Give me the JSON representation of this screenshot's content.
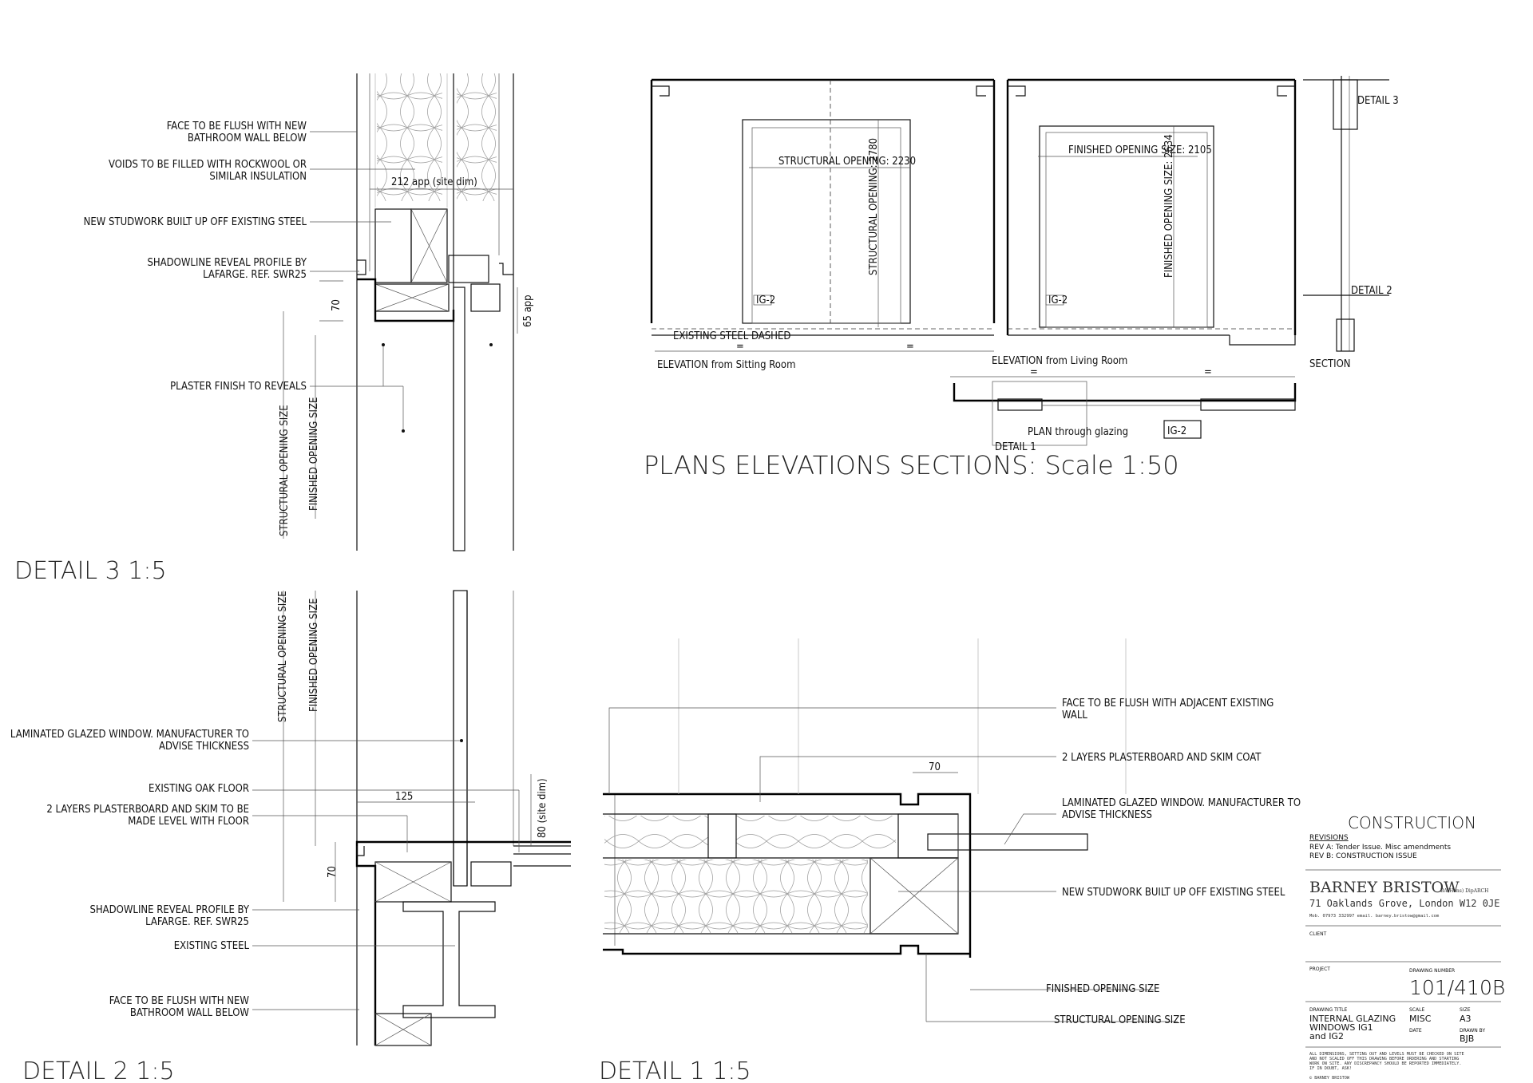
{
  "detail3": {
    "title": "DETAIL  3  1:5",
    "notes": [
      "FACE TO BE FLUSH WITH NEW",
      "BATHROOM WALL BELOW",
      "VOIDS TO BE FILLED WITH ROCKWOOL OR",
      "SIMILAR INSULATION",
      "NEW STUDWORK BUILT UP OFF EXISTING STEEL",
      "SHADOWLINE REVEAL PROFILE BY",
      "LAFARGE. REF. SWR25",
      "PLASTER FINISH TO REVEALS"
    ],
    "dims": [
      "212 app (site dim)",
      "70",
      "65 app"
    ],
    "vertical_labels": [
      "STRUCTURAL OPENING SIZE",
      "FINISHED OPENING SIZE"
    ]
  },
  "plans": {
    "title": "PLANS  ELEVATIONS  SECTIONS:  Scale  1:50",
    "elev1": {
      "label": "ELEVATION  from  Sitting  Room",
      "structural_opening": "STRUCTURAL  OPENING:  2230",
      "structural_opening_v": "STRUCTURAL  OPENING:  2780",
      "steel": "EXISTING  STEEL  DASHED",
      "tag": "IG-2",
      "equal": "="
    },
    "elev2": {
      "label": "ELEVATION  from  Living  Room",
      "finished_opening": "FINISHED  OPENING  SIZE:  2105",
      "finished_opening_v": "FINISHED  OPENING  SIZE:  2634",
      "tag": "IG-2"
    },
    "plan": {
      "label": "PLAN  through  glazing",
      "tag": "IG-2",
      "detail": "DETAIL  1"
    },
    "section": {
      "label": "SECTION",
      "detail3": "DETAIL  3",
      "detail2": "DETAIL  2"
    }
  },
  "detail2": {
    "title": "DETAIL  2  1:5",
    "notes": [
      "LAMINATED  GLAZED  WINDOW.  MANUFACTURER  TO",
      "ADVISE  THICKNESS",
      "EXISTING  OAK  FLOOR",
      "2  LAYERS  PLASTERBOARD  AND  SKIM  TO  BE",
      "MADE  LEVEL  WITH  FLOOR",
      "SHADOWLINE  REVEAL  PROFILE  BY",
      "LAFARGE.  REF.  SWR25",
      "EXISTING  STEEL",
      "FACE  TO  BE  FLUSH  WITH  NEW",
      "BATHROOM  WALL  BELOW"
    ],
    "dims": [
      "125",
      "70",
      "80  (site  dim)"
    ],
    "vertical_labels": [
      "STRUCTURAL  OPENING  SIZE",
      "FINISHED  OPENING  SIZE"
    ]
  },
  "detail1": {
    "title": "DETAIL  1  1:5",
    "notes": [
      "FACE  TO  BE  FLUSH  WITH  ADJACENT  EXISTING",
      "WALL",
      "2  LAYERS  PLASTERBOARD  AND  SKIM  COAT",
      "LAMINATED  GLAZED  WINDOW.  MANUFACTURER  TO",
      "ADVISE  THICKNESS",
      "NEW  STUDWORK  BUILT  UP  OFF  EXISTING  STEEL",
      "FINISHED  OPENING  SIZE",
      "STRUCTURAL  OPENING  SIZE"
    ],
    "dims": [
      "70"
    ]
  },
  "titleblock": {
    "status": "CONSTRUCTION",
    "revisions_label": "REVISIONS",
    "rev_a": "REV A:   Tender Issue. Misc amendments",
    "rev_b": "REV B:   CONSTRUCTION  ISSUE",
    "firm": "BARNEY  BRISTOW",
    "firm_quals": "BA(Hons) DipARCH",
    "address": "71  Oaklands  Grove,  London  W12  0JE",
    "contact": "Mob. 07973 332997   email. barney.bristow@gmail.com",
    "client_label": "CLIENT",
    "project_label": "PROJECT",
    "drawing_number_label": "DRAWING  NUMBER",
    "drawing_number": "101/410B",
    "drawing_title_label": "DRAWING  TITLE",
    "drawing_title": [
      "INTERNAL  GLAZING",
      "WINDOWS  IG1",
      "and  IG2"
    ],
    "scale_label": "SCALE",
    "scale": "MISC",
    "size_label": "SIZE",
    "size": "A3",
    "date_label": "DATE",
    "drawn_by_label": "DRAWN BY",
    "drawn_by": "BJB",
    "disclaimer": [
      "ALL  DIMENSIONS,  SETTING  OUT  AND  LEVELS  MUST  BE  CHECKED  ON  SITE",
      "AND  NOT  SCALED  OFF  THIS  DRAWING  BEFORE  ORDERING  AND  STARTING",
      "WORK  ON  SITE.  ANY  DISCREPANCY  SHOULD  BE  REPORTED  IMMEDIATELY.",
      "IF  IN  DOUBT,  ASK!"
    ],
    "copyright": "©  BARNEY  BRISTOW"
  }
}
